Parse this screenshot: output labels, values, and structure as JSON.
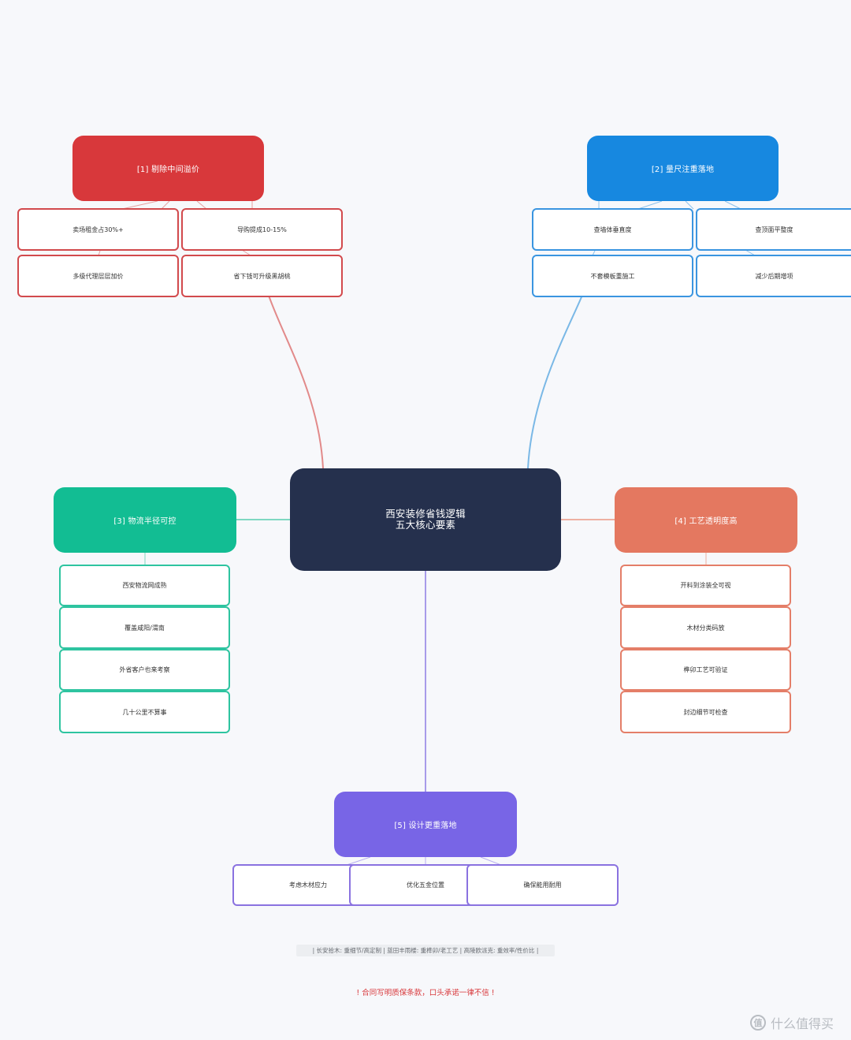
{
  "center": {
    "line1": "西安装修省钱逻辑",
    "line2": "五大核心要素"
  },
  "branches": {
    "b1": {
      "title": "[1] 剔除中间溢价",
      "color": "#d8383b",
      "leaves": [
        "卖场租金占30%+",
        "导购提成10-15%",
        "多级代理层层加价",
        "省下钱可升级黑胡桃"
      ]
    },
    "b2": {
      "title": "[2] 量尺注重落地",
      "color": "#1788e0",
      "leaves": [
        "查墙体垂直度",
        "查顶面平整度",
        "不套模板重施工",
        "减少后期增项"
      ]
    },
    "b3": {
      "title": "[3] 物流半径可控",
      "color": "#12bd93",
      "leaves": [
        "西安物流网成熟",
        "覆盖咸阳/渭南",
        "外省客户也来考察",
        "几十公里不算事"
      ]
    },
    "b4": {
      "title": "[4] 工艺透明度高",
      "color": "#e47860",
      "leaves": [
        "开料到涂装全可视",
        "木材分类码放",
        "榫卯工艺可验证",
        "封边细节可检查"
      ]
    },
    "b5": {
      "title": "[5] 设计更重落地",
      "color": "#7865e6",
      "leaves": [
        "考虑木材应力",
        "优化五金位置",
        "确保能用耐用"
      ]
    }
  },
  "legend": "| 长安拾木: 重细节/高定制 | 蓝田丰雨楼: 重榫卯/老工艺 | 高陵欧派克: 重效率/性价比 |",
  "warning": "! 合同写明质保条款，口头承诺一律不信 !",
  "watermark": {
    "icon": "值",
    "text": "什么值得买"
  }
}
